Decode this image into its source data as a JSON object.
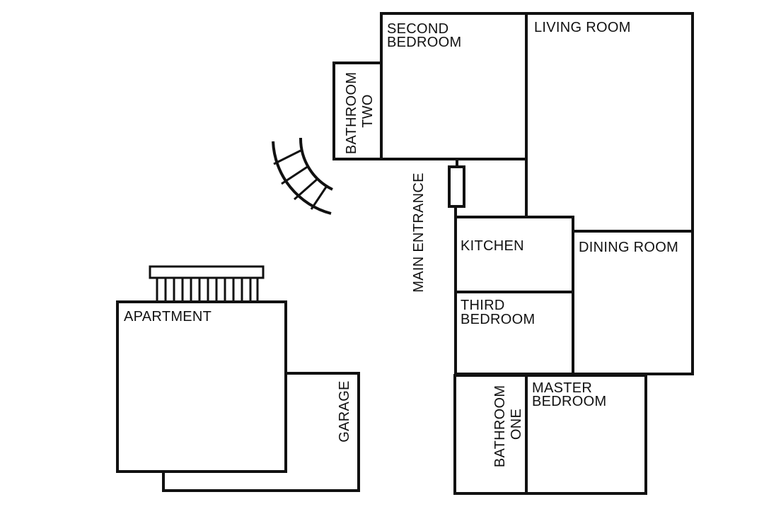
{
  "rooms": {
    "second_bedroom": [
      "SECOND",
      "BEDROOM"
    ],
    "living_room": "LIVING ROOM",
    "bathroom_two": [
      "BATHROOM",
      "TWO"
    ],
    "main_entrance": "MAIN ENTRANCE",
    "kitchen": "KITCHEN",
    "dining_room": "DINING ROOM",
    "third_bedroom": [
      "THIRD",
      "BEDROOM"
    ],
    "apartment": "APARTMENT",
    "garage": "GARAGE",
    "bathroom_one": [
      "BATHROOM",
      "ONE"
    ],
    "master_bedroom": [
      "MASTER",
      "BEDROOM"
    ]
  },
  "colors": {
    "stroke": "#111111",
    "background": "#ffffff"
  }
}
